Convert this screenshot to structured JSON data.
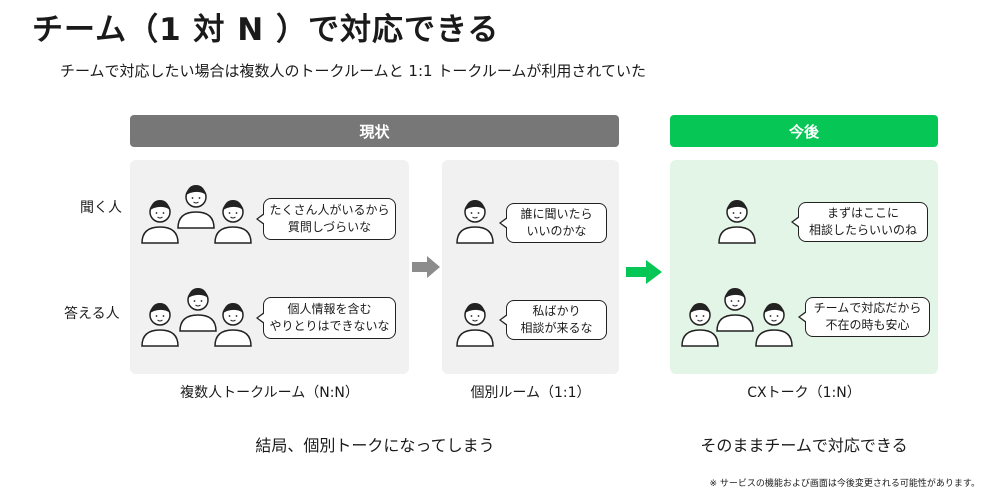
{
  "title": "チーム（1 対 N ）で対応できる",
  "subtitle": "チームで対応したい場合は複数人のトークルームと 1:1 トークルームが利用されていた",
  "headers": {
    "current": "現状",
    "future": "今後"
  },
  "row_labels": {
    "listen": "聞く人",
    "answer": "答える人"
  },
  "bubbles": {
    "multi_listen": [
      "たくさん人がいるから",
      "質問しづらいな"
    ],
    "multi_answer": [
      "個人情報を含む",
      "やりとりはできないな"
    ],
    "single_listen": [
      "誰に聞いたら",
      "いいのかな"
    ],
    "single_answer": [
      "私ばかり",
      "相談が来るな"
    ],
    "cx_listen": [
      "まずはここに",
      "相談したらいいのね"
    ],
    "cx_answer": [
      "チームで対応だから",
      "不在の時も安心"
    ]
  },
  "captions": {
    "multi": "複数人トークルーム（N:N）",
    "single": "個別ルーム（1:1）",
    "cx": "CXトーク（1:N）"
  },
  "conclusions": {
    "current": "結局、個別トークになってしまう",
    "future": "そのままチームで対応できる"
  },
  "note": "※ サービスの機能および画面は今後変更される可能性があります。",
  "colors": {
    "gray_header": "#777777",
    "green_header": "#06c755",
    "gray_panel": "#f1f1f1",
    "green_panel": "#e3f5e6",
    "gray_arrow": "#8c8c8c",
    "green_arrow": "#06c755"
  },
  "icons": [
    "person-icon",
    "arrow-right-icon"
  ]
}
